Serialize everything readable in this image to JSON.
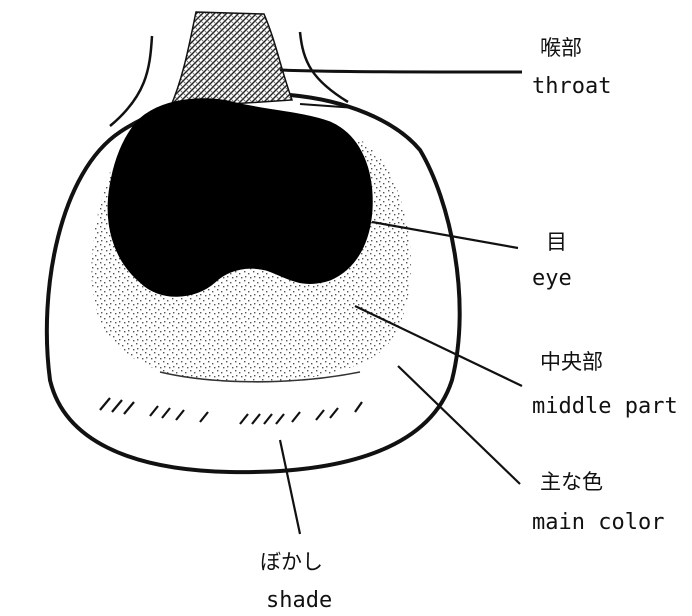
{
  "title": "",
  "labels": {
    "throat": {
      "jp": "喉部",
      "en": "throat"
    },
    "eye": {
      "jp": "目",
      "en": "eye"
    },
    "middle": {
      "jp": "中央部",
      "en": "middle part"
    },
    "main": {
      "jp": "主な色",
      "en": "main color"
    },
    "shade": {
      "jp": "ぼかし",
      "en": "shade"
    }
  },
  "colors": {
    "ink": "#111111",
    "eye_fill": "#000000",
    "background": "#ffffff"
  }
}
